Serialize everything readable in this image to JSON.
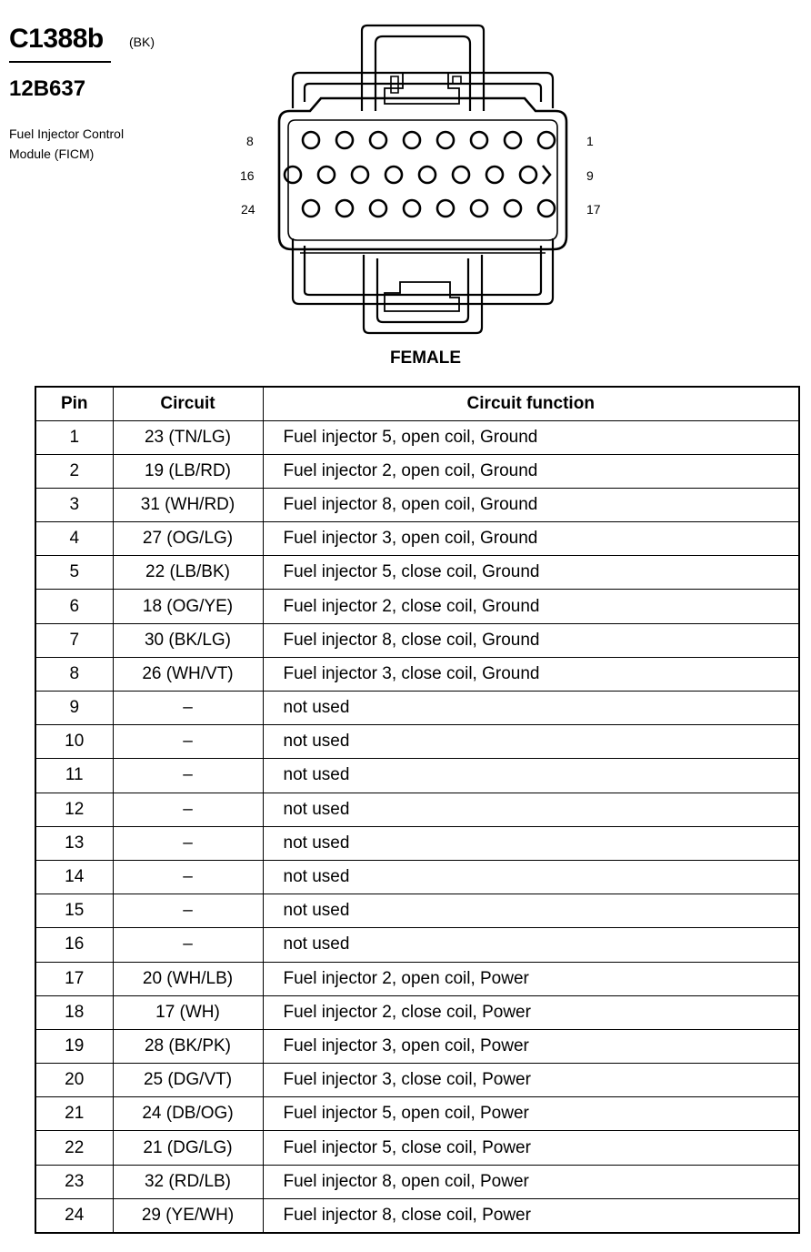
{
  "connector": {
    "id": "C1388b",
    "color_code": "(BK)",
    "part_number": "12B637",
    "description_line1": "Fuel Injector Control",
    "description_line2": "Module (FICM)"
  },
  "diagram": {
    "view_label": "FEMALE",
    "row_labels": {
      "top_left": "8",
      "top_right": "1",
      "mid_left": "16",
      "mid_right": "9",
      "bot_left": "24",
      "bot_right": "17"
    }
  },
  "table": {
    "headers": {
      "pin": "Pin",
      "circuit": "Circuit",
      "function": "Circuit function"
    },
    "rows": [
      {
        "pin": "1",
        "circuit": "23 (TN/LG)",
        "function": "Fuel injector 5, open coil, Ground"
      },
      {
        "pin": "2",
        "circuit": "19 (LB/RD)",
        "function": "Fuel injector 2, open coil, Ground"
      },
      {
        "pin": "3",
        "circuit": "31 (WH/RD)",
        "function": "Fuel injector 8, open coil, Ground"
      },
      {
        "pin": "4",
        "circuit": "27 (OG/LG)",
        "function": "Fuel injector 3, open coil, Ground"
      },
      {
        "pin": "5",
        "circuit": "22 (LB/BK)",
        "function": "Fuel injector 5, close coil, Ground"
      },
      {
        "pin": "6",
        "circuit": "18 (OG/YE)",
        "function": "Fuel injector 2, close coil, Ground"
      },
      {
        "pin": "7",
        "circuit": "30 (BK/LG)",
        "function": "Fuel injector 8, close coil, Ground"
      },
      {
        "pin": "8",
        "circuit": "26 (WH/VT)",
        "function": "Fuel injector 3, close coil, Ground"
      },
      {
        "pin": "9",
        "circuit": "–",
        "function": "not used"
      },
      {
        "pin": "10",
        "circuit": "–",
        "function": "not used"
      },
      {
        "pin": "11",
        "circuit": "–",
        "function": "not used"
      },
      {
        "pin": "12",
        "circuit": "–",
        "function": "not used"
      },
      {
        "pin": "13",
        "circuit": "–",
        "function": "not used"
      },
      {
        "pin": "14",
        "circuit": "–",
        "function": "not used"
      },
      {
        "pin": "15",
        "circuit": "–",
        "function": "not used"
      },
      {
        "pin": "16",
        "circuit": "–",
        "function": "not used"
      },
      {
        "pin": "17",
        "circuit": "20 (WH/LB)",
        "function": "Fuel injector 2, open coil, Power"
      },
      {
        "pin": "18",
        "circuit": "17 (WH)",
        "function": "Fuel injector 2, close coil, Power"
      },
      {
        "pin": "19",
        "circuit": "28 (BK/PK)",
        "function": "Fuel injector 3, open coil, Power"
      },
      {
        "pin": "20",
        "circuit": "25 (DG/VT)",
        "function": "Fuel injector 3, close coil, Power"
      },
      {
        "pin": "21",
        "circuit": "24 (DB/OG)",
        "function": "Fuel injector 5, open coil, Power"
      },
      {
        "pin": "22",
        "circuit": "21 (DG/LG)",
        "function": "Fuel injector 5, close coil, Power"
      },
      {
        "pin": "23",
        "circuit": "32 (RD/LB)",
        "function": "Fuel injector 8, open coil, Power"
      },
      {
        "pin": "24",
        "circuit": "29 (YE/WH)",
        "function": "Fuel injector 8, close coil, Power"
      }
    ]
  }
}
